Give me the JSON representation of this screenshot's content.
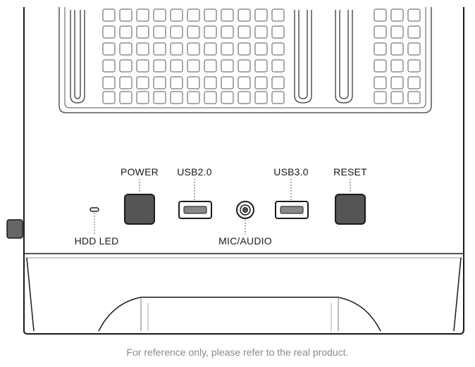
{
  "labels": {
    "power": "POWER",
    "usb2": "USB2.0",
    "usb3": "USB3.0",
    "reset": "RESET",
    "hdd_led": "HDD LED",
    "mic_audio": "MIC/AUDIO"
  },
  "caption": "For reference only, please refer to the real product.",
  "colors": {
    "outline": "#1a1a1a",
    "button_fill": "#555555",
    "grid_stroke": "#555555",
    "caption": "#8a8a8a"
  },
  "icons": [
    "power-button",
    "reset-button",
    "usb-port",
    "audio-jack",
    "hdd-led-indicator",
    "ventilation-grille"
  ]
}
